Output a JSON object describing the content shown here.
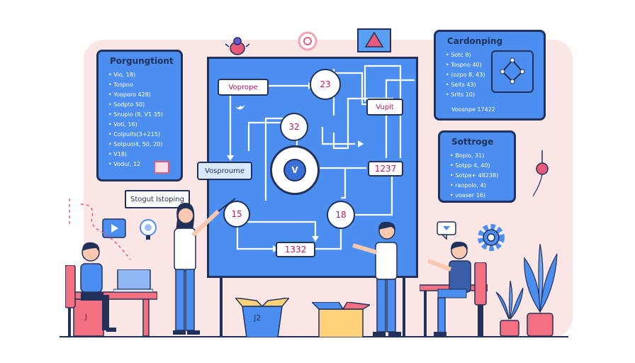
{
  "left_panel": {
    "title": "Porgungtiont",
    "items": [
      "Vio, 18)",
      "Tospno",
      "Yooporo 428)",
      "Sodpto 50)",
      "Snupio (8, V1 35)",
      "Voti, 16)",
      "Colpuits(3+215)",
      "Sotpuol4, 50, 20)",
      "V18)",
      "Vodu/, 12"
    ]
  },
  "right_top_panel": {
    "title": "Cardonping",
    "items": [
      "Sotc 8)",
      "Tospno 40)",
      "(ozpo 8, 43)",
      "Seits 43)",
      "Srits 10)"
    ],
    "footer": "Voosnpe 17422"
  },
  "right_bottom_panel": {
    "title": "Sottroge",
    "items": [
      "Bopio, 31)",
      "Sotpp 4, 40)",
      "Sotpe+ 48238)",
      "raopolo, 4)",
      "voaser 16)"
    ]
  },
  "diagram": {
    "node_vopropo": "Voprope",
    "node_23": "23",
    "node_vupit": "Vupit",
    "node_32": "32",
    "node_v": "V",
    "node_1237": "1237",
    "node_15": "15",
    "node_18": "18",
    "node_1332": "1332",
    "node_vosproume": "Vosproume"
  },
  "sticky_label": "Stogut lstoping",
  "box_label": "J2",
  "colors": {
    "board_blue": "#4b8ef0",
    "outline": "#22315a",
    "accent_pink": "#e85a7a",
    "background_blob": "#fbe6e6"
  }
}
